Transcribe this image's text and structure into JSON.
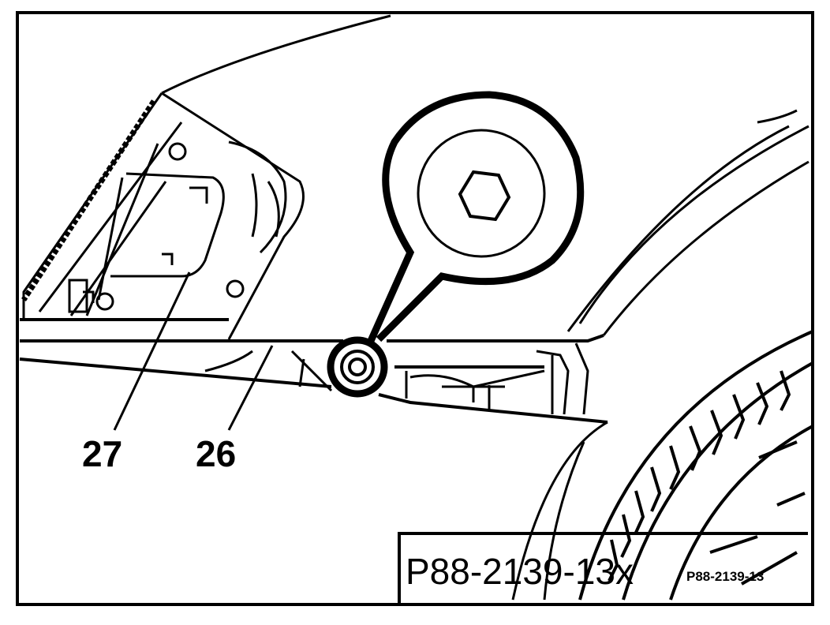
{
  "callouts": {
    "part_27": "27",
    "part_26": "26"
  },
  "reference": {
    "main_id": "P88-2139-13x",
    "small_id": "P88-2139-13"
  },
  "colors": {
    "line": "#000000",
    "background": "#ffffff"
  }
}
